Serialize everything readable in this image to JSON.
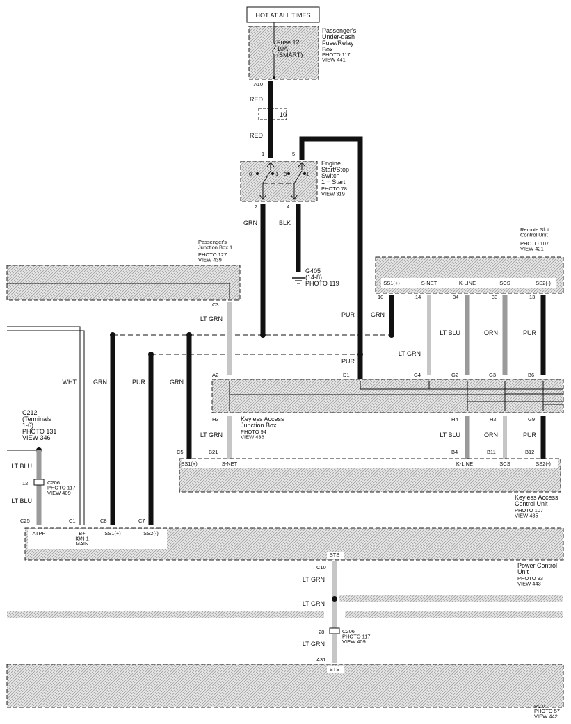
{
  "power_label": "HOT AT ALL TIMES",
  "fusebox": {
    "title": "Passenger's\nUnder-dash\nFuse/Relay\nBox",
    "ref": "PHOTO 117\nVIEW 441"
  },
  "fuse": {
    "text": "Fuse 12\n10A\n(SMART)"
  },
  "connectors": {
    "a10": "A10",
    "ten": "10",
    "one": "1",
    "five": "5",
    "two": "2",
    "four": "4",
    "c3": "C3",
    "c5": "C5",
    "c1": "C1",
    "c8": "C8",
    "c7": "C7",
    "c25": "C25",
    "c12": "12",
    "a2": "A2",
    "d1": "D1",
    "g4": "G4",
    "g2": "G2",
    "g3": "G3",
    "b6": "B6",
    "h3": "H3",
    "h4": "H4",
    "h2": "H2",
    "g9": "G9",
    "b21": "B21",
    "b4": "B4",
    "b11": "B11",
    "b12": "B12",
    "p10": "10",
    "p14": "14",
    "p34": "34",
    "p33": "33",
    "p13": "13",
    "c10": "C10",
    "c28": "28",
    "a31": "A31"
  },
  "colors": {
    "red1": "RED",
    "red2": "RED",
    "grn": "GRN",
    "blk": "BLK",
    "ltgrn1": "LT GRN",
    "wht": "WHT",
    "grn2": "GRN",
    "pur1": "PUR",
    "grn3": "GRN",
    "pur2": "PUR",
    "pur3": "PUR",
    "grn4": "GRN",
    "ltgrn2": "LT GRN",
    "ltblu1": "LT BLU",
    "orn1": "ORN",
    "pur4": "PUR",
    "ltgrn3": "LT GRN",
    "ltblu2": "LT BLU",
    "orn2": "ORN",
    "pur5": "PUR",
    "ltblu3": "LT BLU",
    "ltblu4": "LT BLU",
    "ltgrn4": "LT GRN",
    "ltgrn5": "LT GRN",
    "ltgrn6": "LT GRN"
  },
  "switch": {
    "title": "Engine\nStart/Stop\nSwitch\n1 = Start",
    "ref": "PHOTO 78\nVIEW 319",
    "pos0a": "0",
    "pos1a": "1",
    "pos0b": "0",
    "pos1b": "1"
  },
  "ground": {
    "text": "G405\n(14-8)\nPHOTO 119"
  },
  "junction_box": {
    "title": "Passenger's\nJunction Box 1",
    "ref": "PHOTO 127\nVIEW 439"
  },
  "remote_slot": {
    "title": "Remote Slot\nControl Unit",
    "ref": "PHOTO 107\nVIEW 421",
    "pins": {
      "ss1": "SS1(+)",
      "snet": "S-NET",
      "kline": "K-LINE",
      "scs": "SCS",
      "ss2": "SS2(-)"
    }
  },
  "keyless_jb": {
    "title": "Keyless Access\nJunction Box",
    "ref": "PHOTO 94\nVIEW 436"
  },
  "keyless_cu": {
    "title": "Keyless Access\nControl Unit",
    "ref": "PHOTO 107\nVIEW 435",
    "pins": {
      "ss1": "SS1(+)",
      "snet": "S-NET",
      "kline": "K-LINE",
      "scs": "SCS",
      "ss2": "SS2(-)"
    }
  },
  "c212": {
    "text": "C212\n(Terminals\n1-6)\nPHOTO 131\nVIEW 346"
  },
  "c206a": {
    "text": "C206\nPHOTO 117\nVIEW 409"
  },
  "c206b": {
    "text": "C206\nPHOTO 117\nVIEW 409"
  },
  "pcu": {
    "title": "Power Control\nUnit",
    "ref": "PHOTO 93\nVIEW 443",
    "pins": {
      "atpp": "ATPP",
      "bplus": "B+\nIGN 1\nMAIN",
      "ss1": "SS1(+)",
      "ss2": "SS2(-)",
      "sts": "STS"
    }
  },
  "pcm": {
    "title": "PCM",
    "ref": "PHOTO 57\nVIEW 442",
    "pin": "STS"
  }
}
